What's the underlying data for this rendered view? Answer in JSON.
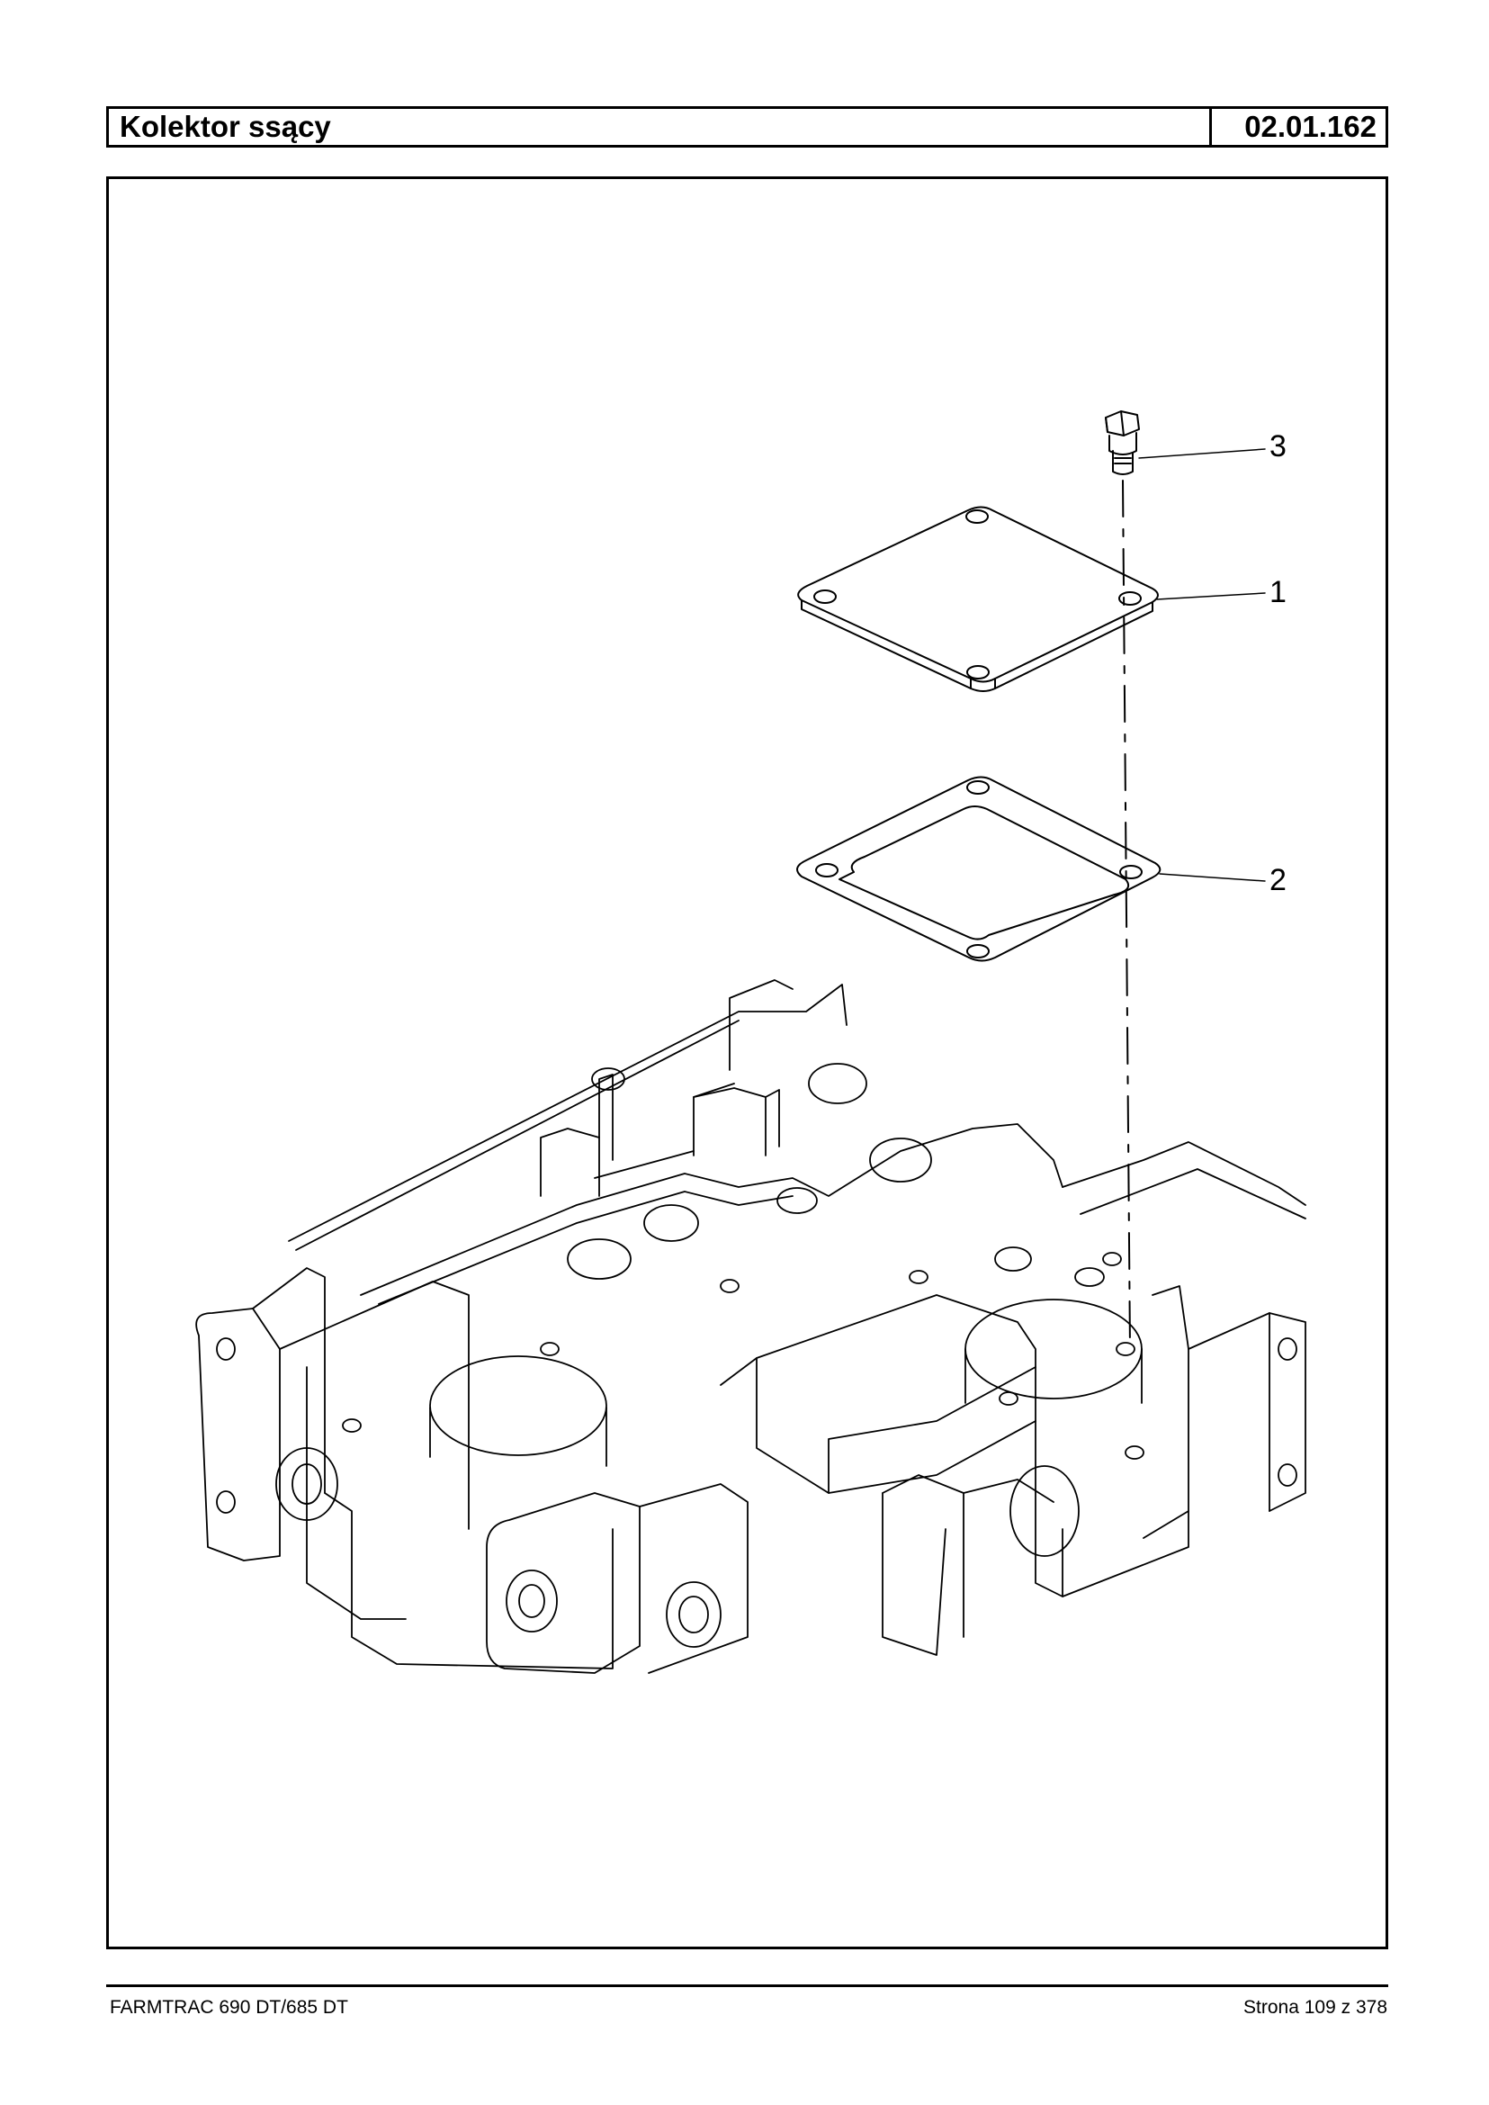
{
  "header": {
    "title": "Kolektor ssący",
    "code": "02.01.162"
  },
  "diagram": {
    "callouts": [
      {
        "number": "3"
      },
      {
        "number": "1"
      },
      {
        "number": "2"
      }
    ]
  },
  "footer": {
    "model": "FARMTRAC 690 DT/685 DT",
    "page": "Strona 109 z 378"
  }
}
